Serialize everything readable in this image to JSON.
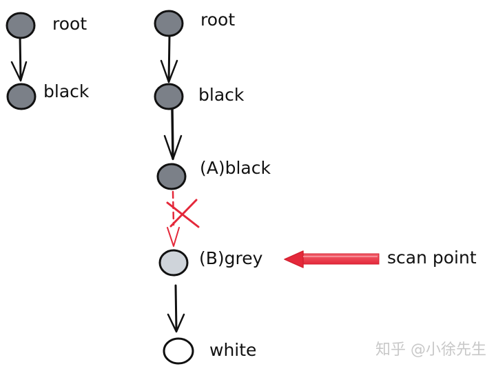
{
  "colors": {
    "black_node": "#7b8088",
    "grey_node": "#cfd4da",
    "white_node": "#ffffff",
    "stroke": "#111111",
    "red": "#e4283a"
  },
  "left_graph": {
    "nodes": [
      {
        "id": "root",
        "label": "root",
        "color": "black"
      },
      {
        "id": "black",
        "label": "black",
        "color": "black"
      }
    ],
    "edges": [
      {
        "from": "root",
        "to": "black",
        "style": "solid"
      }
    ]
  },
  "right_graph": {
    "nodes": [
      {
        "id": "root",
        "label": "root",
        "color": "black"
      },
      {
        "id": "black",
        "label": "black",
        "color": "black"
      },
      {
        "id": "A",
        "label": "(A)black",
        "color": "black"
      },
      {
        "id": "B",
        "label": "(B)grey",
        "color": "grey"
      },
      {
        "id": "white",
        "label": "white",
        "color": "white"
      }
    ],
    "edges": [
      {
        "from": "root",
        "to": "black",
        "style": "solid"
      },
      {
        "from": "black",
        "to": "A",
        "style": "solid"
      },
      {
        "from": "A",
        "to": "B",
        "style": "dashed-red",
        "crossed_out": true
      },
      {
        "from": "B",
        "to": "white",
        "style": "solid"
      }
    ]
  },
  "annotation": {
    "label": "scan point",
    "points_to": "B"
  },
  "watermark": "知乎 @小徐先生"
}
